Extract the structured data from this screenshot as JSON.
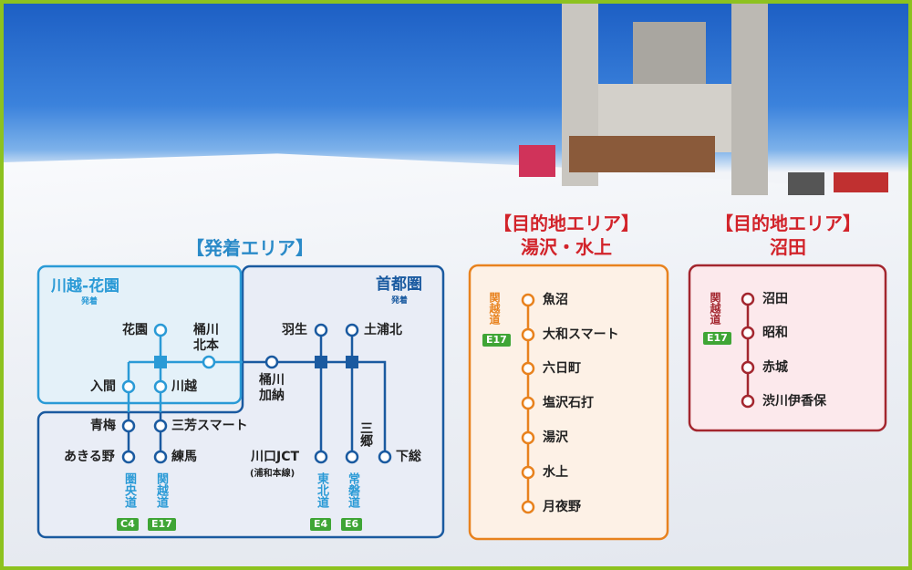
{
  "colors": {
    "border": "#8dc21f",
    "light_blue": "#2a9ad6",
    "dark_blue": "#1a5aa0",
    "orange": "#e8821e",
    "red": "#a3262e",
    "title_red": "#d2232a",
    "badge_green": "#3fa535"
  },
  "departure": {
    "title": "【発着エリア】",
    "kawagoe": {
      "name": "川越-花園",
      "sub": "発着",
      "stations": [
        "花園",
        "桶川北本",
        "入間",
        "川越"
      ]
    },
    "shutoken": {
      "name": "首都圏",
      "sub": "発着",
      "stations": [
        "羽生",
        "土浦北",
        "桶川加納",
        "青梅",
        "三芳スマート",
        "あきる野",
        "練馬",
        "川口JCT",
        "(浦和本線)",
        "三郷",
        "下総"
      ]
    },
    "routes": [
      {
        "name": "圏央道",
        "code": "C4"
      },
      {
        "name": "関越道",
        "code": "E17"
      },
      {
        "name": "東北道",
        "code": "E4"
      },
      {
        "name": "常磐道",
        "code": "E6"
      }
    ]
  },
  "yuzawa": {
    "title1": "【目的地エリア】",
    "title2": "湯沢・水上",
    "route": "関越道",
    "code": "E17",
    "stations": [
      "魚沼",
      "大和スマート",
      "六日町",
      "塩沢石打",
      "湯沢",
      "水上",
      "月夜野"
    ]
  },
  "numata": {
    "title1": "【目的地エリア】",
    "title2": "沼田",
    "route": "関越道",
    "code": "E17",
    "stations": [
      "沼田",
      "昭和",
      "赤城",
      "渋川伊香保"
    ]
  }
}
